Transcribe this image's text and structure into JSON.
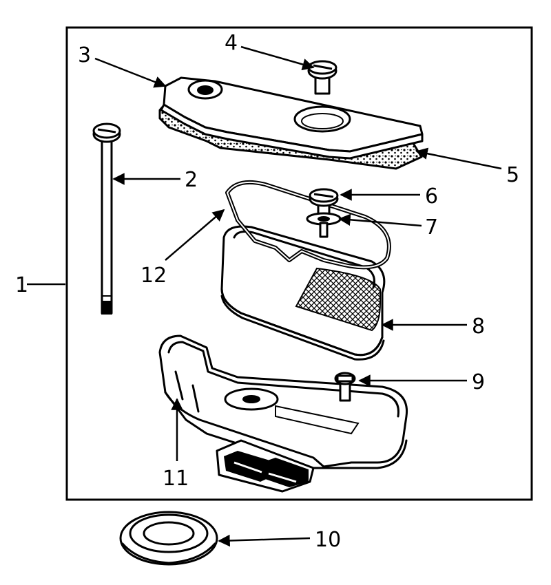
{
  "callouts": [
    {
      "id": "1",
      "text": "1"
    },
    {
      "id": "2",
      "text": "2"
    },
    {
      "id": "3",
      "text": "3"
    },
    {
      "id": "4",
      "text": "4"
    },
    {
      "id": "5",
      "text": "5"
    },
    {
      "id": "6",
      "text": "6"
    },
    {
      "id": "7",
      "text": "7"
    },
    {
      "id": "8",
      "text": "8"
    },
    {
      "id": "9",
      "text": "9"
    },
    {
      "id": "10",
      "text": "10"
    },
    {
      "id": "11",
      "text": "11"
    },
    {
      "id": "12",
      "text": "12"
    }
  ],
  "colors": {
    "ink": "#000000",
    "paper": "#ffffff"
  }
}
